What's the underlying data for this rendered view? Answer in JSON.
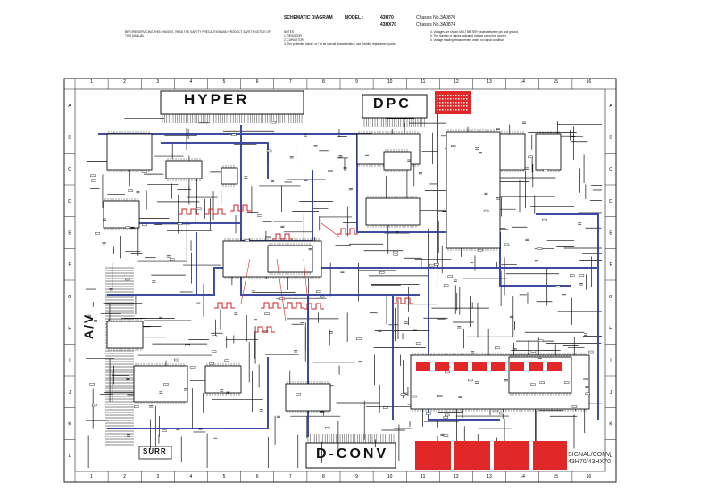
{
  "header": {
    "title": "SCHEMATIC DIAGRAM",
    "model_label": "MODEL :",
    "models": [
      "43H70",
      "43HX70"
    ],
    "chassis": [
      "Chassis No.3A0870",
      "Chassis No.3A0874"
    ]
  },
  "warning_text": "BEFORE SERVICING THIS CHASSIS, READ THE SAFETY PRECAUTION AND PRODUCT SAFETY NOTICE OF THIS MANUAL",
  "notes": {
    "heading": "NOTES:",
    "resistor_label": "1. RESISTOR",
    "capacitor_label": "2. CAPACITOR",
    "prot_label": "3. The protected value ! or * to be special characteristics; use Toshiba replacement parts",
    "right_notes": [
      "4. Voltages are shown MULTIMETER values between pin and ground.",
      "5. The number of values indicated voltage cannot be correct.",
      "6. Voltage reading measurement under no signal condition."
    ]
  },
  "diagram": {
    "col_numbers": [
      "1",
      "2",
      "3",
      "4",
      "5",
      "6",
      "7",
      "8",
      "9",
      "10",
      "11",
      "12",
      "13",
      "14",
      "15",
      "16"
    ],
    "row_letters": [
      "A",
      "B",
      "C",
      "D",
      "E",
      "F",
      "G",
      "H",
      "I",
      "J",
      "K",
      "L"
    ],
    "blocks": {
      "hyper": "HYPER",
      "dpc": "DPC",
      "dconv": "D-CONV",
      "av": "A/V",
      "surr": "SURR"
    },
    "corner_label": [
      "SIGNAL/CONV",
      "43H70/43HX70"
    ]
  },
  "colors": {
    "line": "#111111",
    "bus": "#2a3a9a",
    "signal_red": "#d02020",
    "label_box_red": "#e02828"
  }
}
